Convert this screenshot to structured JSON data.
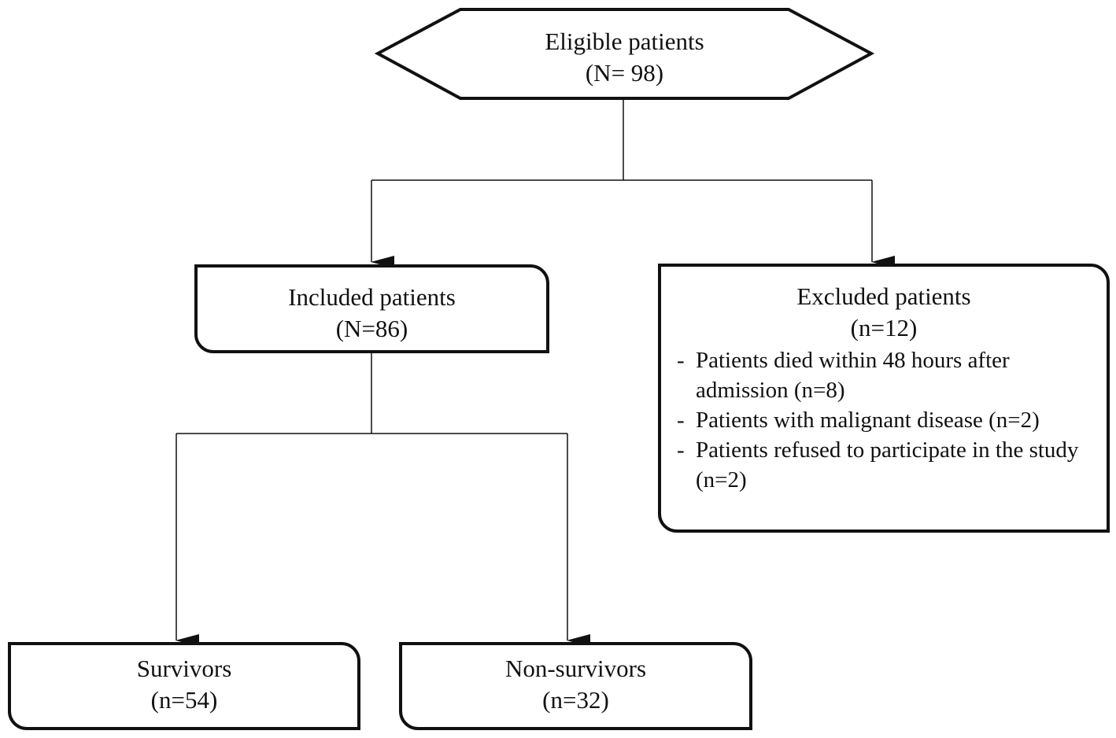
{
  "eligible": {
    "title": "Eligible patients",
    "count": "(N= 98)"
  },
  "included": {
    "title": "Included patients",
    "count": "(N=86)"
  },
  "excluded": {
    "title": "Excluded patients",
    "count": "(n=12)",
    "reasons": [
      {
        "bullet": "-",
        "text": "Patients died within 48 hours after admission (n=8)"
      },
      {
        "bullet": "-",
        "text": "Patients with malignant disease (n=2)"
      },
      {
        "bullet": "-",
        "text": "Patients refused to participate in the study (n=2)"
      }
    ]
  },
  "survivors": {
    "title": "Survivors",
    "count": "(n=54)"
  },
  "non_survivors": {
    "title": "Non-survivors",
    "count": "(n=32)"
  },
  "colors": {
    "line": "#111111",
    "background": "#ffffff"
  }
}
